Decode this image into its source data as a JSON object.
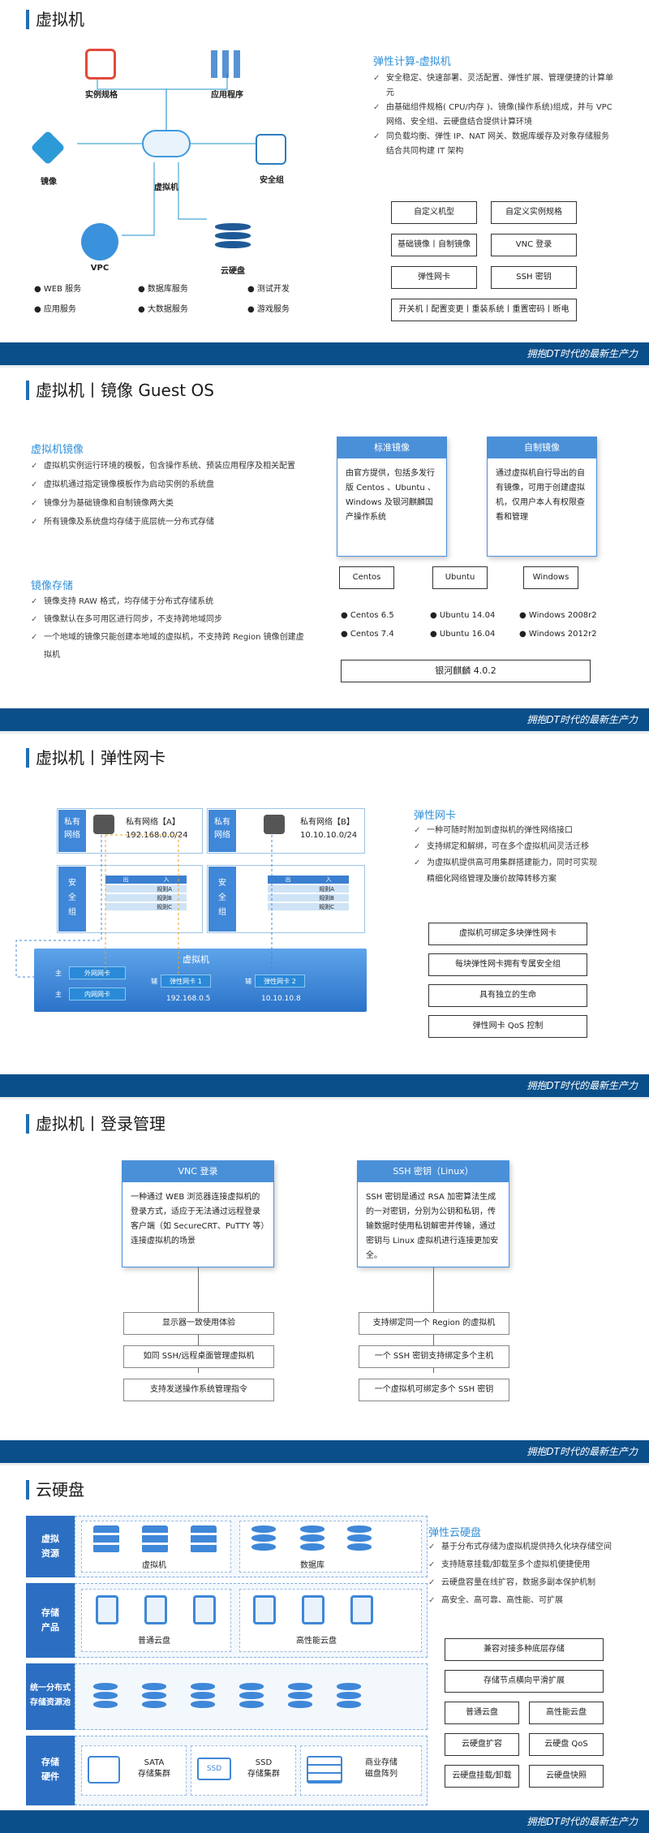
{
  "footer": "拥抱DT时代的最新生产力",
  "s1": {
    "title": "虚拟机",
    "icons": {
      "spec": "实例规格",
      "apps": "应用程序",
      "image": "镜像",
      "vm": "虚拟机",
      "security": "安全组",
      "vpc": "VPC",
      "disk": "云硬盘"
    },
    "uses": [
      "WEB 服务",
      "数据库服务",
      "测试开发",
      "应用服务",
      "大数据服务",
      "游戏服务"
    ],
    "heading": "弹性计算-虚拟机",
    "bullets": [
      "安全稳定、快速部署、灵活配置、弹性扩展、管理便捷的计算单元",
      "由基础组件规格( CPU/内存 )、镜像(操作系统)组成，并与 VPC 网络、安全组、云硬盘结合提供计算环境",
      "同负载均衡、弹性 IP、NAT 网关、数据库缓存及对象存储服务结合共同构建 IT 架构"
    ],
    "boxes": [
      "自定义机型",
      "自定义实例规格",
      "基础镜像丨自制镜像",
      "VNC 登录",
      "弹性网卡",
      "SSH 密钥",
      "开关机丨配置变更丨重装系统丨重置密码丨断电"
    ]
  },
  "s2": {
    "title": "虚拟机丨镜像 Guest OS",
    "h1": "虚拟机镜像",
    "b1": [
      "虚拟机实例运行环境的模板，包含操作系统、预装应用程序及相关配置",
      "虚拟机通过指定镜像模板作为启动实例的系统盘",
      "镜像分为基础镜像和自制镜像两大类",
      "所有镜像及系统盘均存储于底层统一分布式存储"
    ],
    "h2": "镜像存储",
    "b2": [
      "镜像支持 RAW 格式，均存储于分布式存储系统",
      "镜像默认在多可用区进行同步，不支持跨地域同步",
      "一个地域的镜像只能创建本地域的虚拟机，不支持跨 Region 镜像创建虚拟机"
    ],
    "card1": {
      "head": "标准镜像",
      "body": "由官方提供，包括多发行版 Centos 、Ubuntu 、Windows 及银河麒麟国产操作系统"
    },
    "card2": {
      "head": "自制镜像",
      "body": "通过虚拟机自行导出的自有镜像，可用于创建虚拟机，仅用户本人有权限查看和管理"
    },
    "os": [
      "Centos",
      "Ubuntu",
      "Windows"
    ],
    "ver": [
      "Centos 6.5",
      "Ubuntu 14.04",
      "Windows 2008r2",
      "Centos 7.4",
      "Ubuntu 16.04",
      "Windows 2012r2"
    ],
    "kylin": "银河麒麟 4.0.2"
  },
  "s3": {
    "title": "虚拟机丨弹性网卡",
    "private": "私有\n网络",
    "sg": "安\n全\n组",
    "netA": "私有网络【A】",
    "ipA": "192.168.0.0/24",
    "netB": "私有网络【B】",
    "ipB": "10.10.10.0/24",
    "tbl": [
      "出",
      "入",
      "规则A",
      "规则B",
      "规则C"
    ],
    "vm": "虚拟机",
    "pub": "外网网卡",
    "priv": "内网网卡",
    "main": "主",
    "eni1": "弹性网卡 1",
    "eni2": "弹性网卡 2",
    "aux": "辅",
    "ip1": "192.168.0.5",
    "ip2": "10.10.10.8",
    "heading": "弹性网卡",
    "bullets": [
      "一种可随时附加到虚拟机的弹性网络接口",
      "支持绑定和解绑，可在多个虚拟机间灵活迁移",
      "为虚拟机提供高可用集群搭建能力，同时可实现精细化网络管理及廉价故障转移方案"
    ],
    "boxes": [
      "虚拟机可绑定多块弹性网卡",
      "每块弹性网卡拥有专属安全组",
      "具有独立的生命",
      "弹性网卡 QoS 控制"
    ]
  },
  "s4": {
    "title": "虚拟机丨登录管理",
    "vnc": {
      "head": "VNC 登录",
      "body": "一种通过 WEB 浏览器连接虚拟机的登录方式，适应于无法通过远程登录客户端（如 SecureCRT、PuTTY 等）连接虚拟机的场景"
    },
    "ssh": {
      "head": "SSH 密钥（Linux）",
      "body": "SSH 密钥是通过 RSA 加密算法生成的一对密钥，分别为公钥和私钥，传输数据时使用私钥解密并传输，通过密钥与 Linux 虚拟机进行连接更加安全。"
    },
    "vncItems": [
      "显示器一致使用体验",
      "如同 SSH/远程桌面管理虚拟机",
      "支持发送操作系统管理指令"
    ],
    "sshItems": [
      "支持绑定同一个 Region 的虚拟机",
      "一个 SSH 密钥支持绑定多个主机",
      "一个虚拟机可绑定多个 SSH 密钥"
    ]
  },
  "s5": {
    "title": "云硬盘",
    "rows": [
      "虚拟\n资源",
      "存储\n产品",
      "统一分布式\n存储资源池",
      "存储\n硬件"
    ],
    "vmLabel": "虚拟机",
    "dbLabel": "数据库",
    "disk1": "普通云盘",
    "disk2": "高性能云盘",
    "hw": [
      "SATA\n存储集群",
      "SSD\n存储集群",
      "商业存储\n磁盘阵列"
    ],
    "ssd": "SSD",
    "heading": "弹性云硬盘",
    "bullets": [
      "基于分布式存储为虚拟机提供持久化块存储空间",
      "支持随意挂载/卸载至多个虚拟机便捷使用",
      "云硬盘容量在线扩容，数据多副本保护机制",
      "高安全、高可靠、高性能、可扩展"
    ],
    "wide": [
      "兼容对接多种底层存储",
      "存储节点横向平滑扩展"
    ],
    "grid": [
      "普通云盘",
      "高性能云盘",
      "云硬盘扩容",
      "云硬盘 QoS",
      "云硬盘挂载/卸载",
      "云硬盘快照"
    ]
  }
}
